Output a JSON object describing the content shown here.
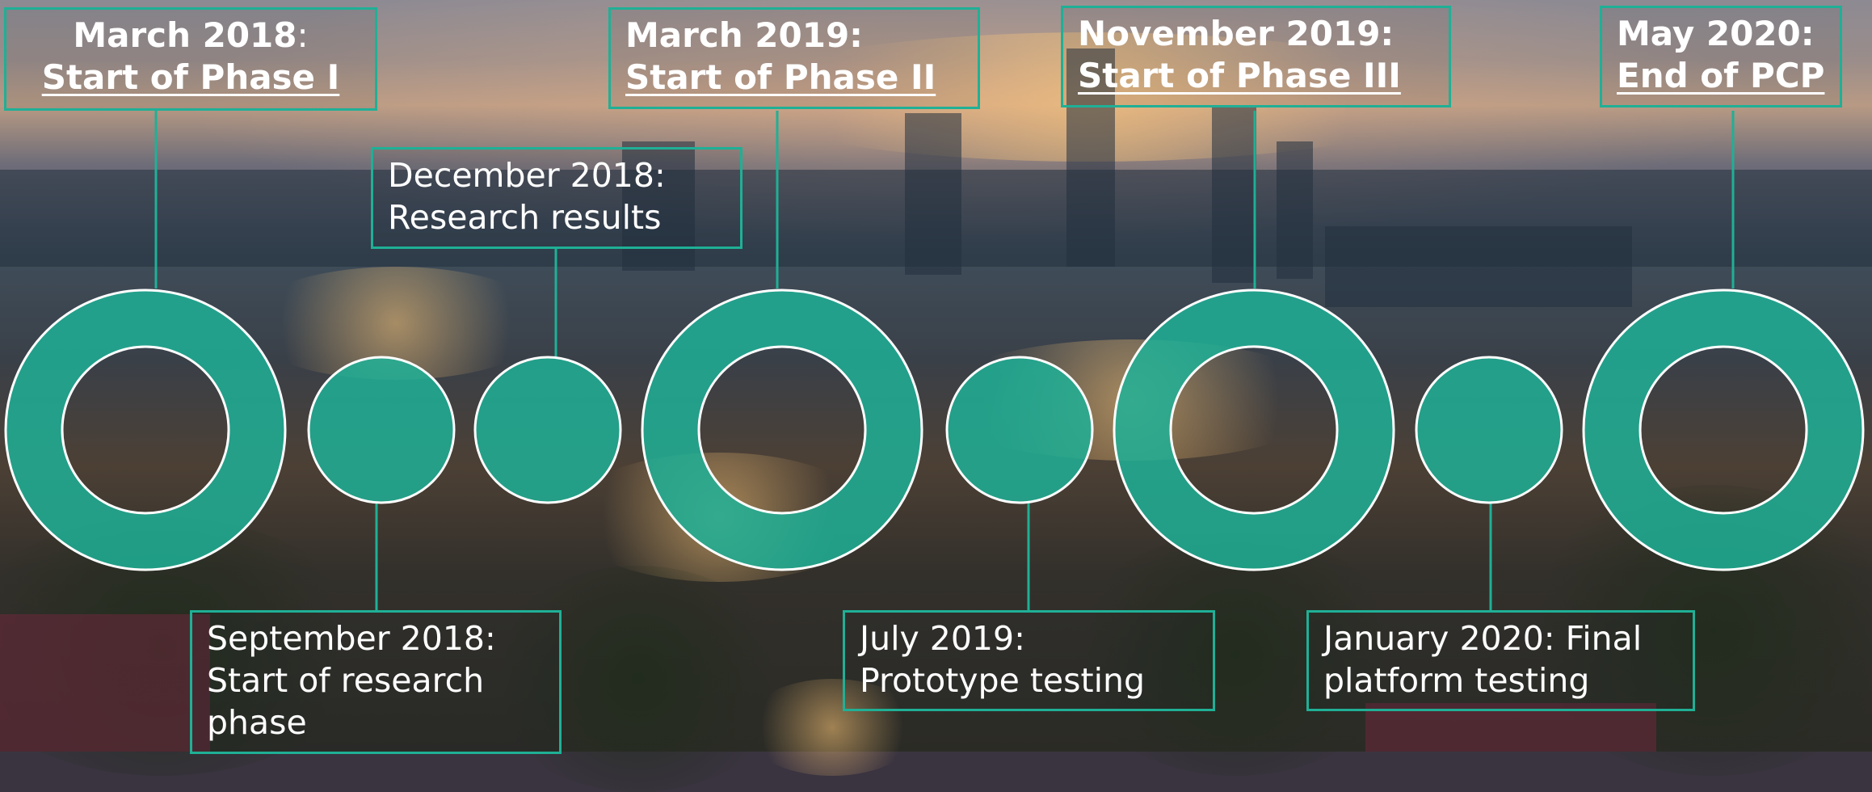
{
  "diagram": {
    "type": "timeline",
    "colors": {
      "accent": "#1fb096",
      "ring_outline": "#ffffff",
      "text": "#ffffff"
    },
    "milestones": [
      {
        "id": "march-2018",
        "date": "March 2018",
        "date_punct": ":",
        "label": "Start of Phase I"
      },
      {
        "id": "march-2019",
        "date": "March 2019:",
        "date_punct": "",
        "label": "Start of Phase II"
      },
      {
        "id": "november-2019",
        "date": "November 2019:",
        "date_punct": "",
        "label": "Start of Phase III"
      },
      {
        "id": "may-2020",
        "date": "May 2020:",
        "date_punct": "",
        "label": "End of PCP"
      }
    ],
    "events": [
      {
        "id": "september-2018",
        "date": "September 2018:",
        "label": "Start of research phase"
      },
      {
        "id": "december-2018",
        "date": "December 2018:",
        "label": "Research results"
      },
      {
        "id": "july-2019",
        "date": "July 2019:",
        "label": "Prototype testing"
      },
      {
        "id": "january-2020",
        "date": "January 2020: Final",
        "label": "platform testing"
      }
    ]
  }
}
